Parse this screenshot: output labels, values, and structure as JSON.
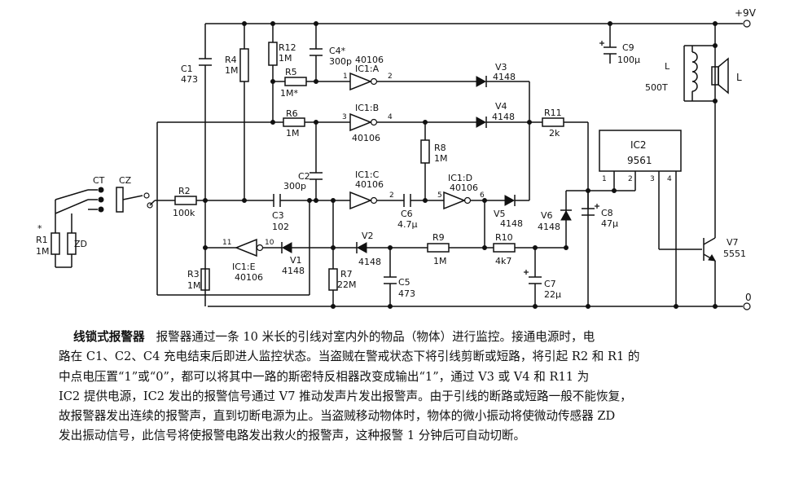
{
  "diagram": {
    "rails": {
      "vcc": "+9V",
      "gnd": "0"
    },
    "components": {
      "C1": {
        "name": "C1",
        "value": "473"
      },
      "C2": {
        "name": "C2",
        "value": "300p"
      },
      "C3": {
        "name": "C3",
        "value": "102"
      },
      "C4": {
        "name": "C4*",
        "value": "300p"
      },
      "C5": {
        "name": "C5",
        "value": "473"
      },
      "C6": {
        "name": "C6",
        "value": "4.7μ"
      },
      "C7": {
        "name": "C7",
        "value": "22μ"
      },
      "C8": {
        "name": "C8",
        "value": "47μ"
      },
      "C9": {
        "name": "C9",
        "value": "100μ"
      },
      "R1": {
        "name": "R1",
        "value": "1M"
      },
      "R2": {
        "name": "R2",
        "value": "100k"
      },
      "R3": {
        "name": "R3",
        "value": "1M"
      },
      "R4": {
        "name": "R4",
        "value": "1M"
      },
      "R5": {
        "name": "R5",
        "value": "1M*"
      },
      "R6": {
        "name": "R6",
        "value": "1M"
      },
      "R7": {
        "name": "R7",
        "value": "22M"
      },
      "R8": {
        "name": "R8",
        "value": "1M"
      },
      "R9": {
        "name": "R9",
        "value": "1M"
      },
      "R10": {
        "name": "R10",
        "value": "4k7"
      },
      "R11": {
        "name": "R11",
        "value": "2k"
      },
      "R12": {
        "name": "R12",
        "value": "1M"
      },
      "V1": {
        "name": "V1",
        "value": "4148"
      },
      "V2": {
        "name": "V2",
        "value": "4148"
      },
      "V3": {
        "name": "V3",
        "value": "4148"
      },
      "V4": {
        "name": "V4",
        "value": "4148"
      },
      "V5": {
        "name": "V5",
        "value": "4148"
      },
      "V6": {
        "name": "V6",
        "value": "4148"
      },
      "V7": {
        "name": "V7",
        "value": "5551"
      },
      "IC1A": {
        "name": "IC1:A",
        "value": "40106"
      },
      "IC1B": {
        "name": "IC1:B",
        "value": "40106"
      },
      "IC1C": {
        "name": "IC1:C",
        "value": "40106"
      },
      "IC1D": {
        "name": "IC1:D",
        "value": "40106"
      },
      "IC1E": {
        "name": "IC1:E",
        "value": "40106"
      },
      "IC2": {
        "name": "IC2",
        "value": "9561"
      },
      "L1": {
        "name": "L",
        "value": "500T"
      },
      "SPK": {
        "name": "L"
      },
      "CT": {
        "name": "CT"
      },
      "CZ": {
        "name": "CZ"
      },
      "ZD": {
        "name": "ZD"
      },
      "R1mark": {
        "name": "*"
      }
    },
    "pins": {
      "ica_in": "1",
      "ica_out": "2",
      "icb_in": "3",
      "icb_out": "4",
      "icd_in": "5",
      "icd_out": "6",
      "ice_in": "11",
      "ice_out": "10",
      "icc_out": "2",
      "ic2_p1": "1",
      "ic2_p2": "2",
      "ic2_p3": "3",
      "ic2_p4": "4"
    }
  },
  "caption": {
    "title": "线锁式报警器",
    "lines": [
      "报警器通过一条 10 米长的引线对室内外的物品（物体）进行监控。接通电源时，电",
      "路在 C1、C2、C4 充电结束后即进人监控状态。当盗贼在警戒状态下将引线剪断或短路，将引起 R2 和 R1 的",
      "中点电压置“1”或“0”，都可以将其中一路的斯密特反相器改变成输出“1”，通过 V3 或 V4 和 R11 为",
      "IC2 提供电源，IC2 发出的报警信号通过 V7 推动发声片发出报警声。由于引线的断路或短路一般不能恢复，",
      "故报警器发出连续的报警声，直到切断电源为止。当盗贼移动物体时，物体的微小振动将使微动传感器 ZD",
      "发出振动信号，此信号将使报警电路发出救火的报警声，这种报警 1 分钟后可自动切断。"
    ]
  }
}
